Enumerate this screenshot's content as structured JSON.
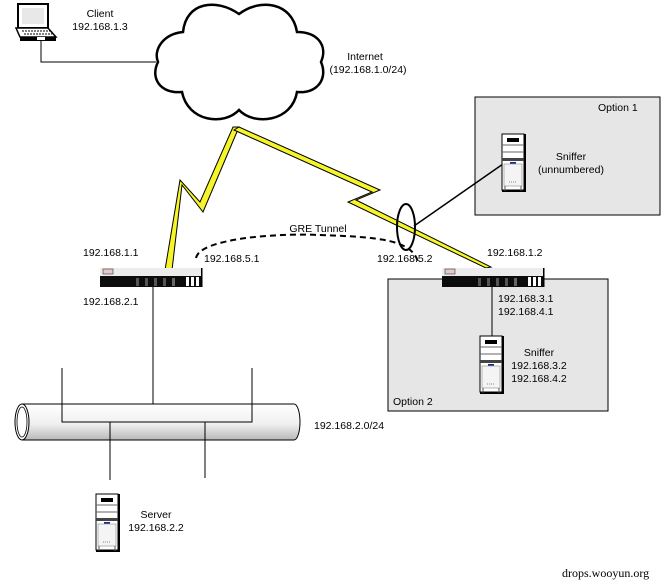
{
  "title": "GRE tunnel sniffer network diagram",
  "colors": {
    "option_box_fill": "#e6e6e6",
    "lightning_fill": "#f5f52a",
    "line": "#000000"
  },
  "client": {
    "name": "Client",
    "ip": "192.168.1.3"
  },
  "internet": {
    "name": "Internet",
    "subnet": "(192.168.1.0/24)"
  },
  "option1": {
    "label": "Option 1",
    "sniffer_name": "Sniffer",
    "sniffer_note": "(unnumbered)"
  },
  "router_left": {
    "wan_ip": "192.168.1.1",
    "tunnel_ip": "192.168.5.1",
    "lan_ip": "192.168.2.1"
  },
  "router_right": {
    "wan_ip": "192.168.1.2",
    "tunnel_ip": "192.168.5.2",
    "lan_ip_1": "192.168.3.1",
    "lan_ip_2": "192.168.4.1"
  },
  "tunnel": {
    "label": "GRE Tunnel"
  },
  "option2": {
    "label": "Option 2",
    "sniffer_name": "Sniffer",
    "sniffer_ip_1": "192.168.3.2",
    "sniffer_ip_2": "192.168.4.2"
  },
  "lan": {
    "subnet": "192.168.2.0/24"
  },
  "server": {
    "name": "Server",
    "ip": "192.168.2.2"
  },
  "watermark": "drops.wooyun.org"
}
